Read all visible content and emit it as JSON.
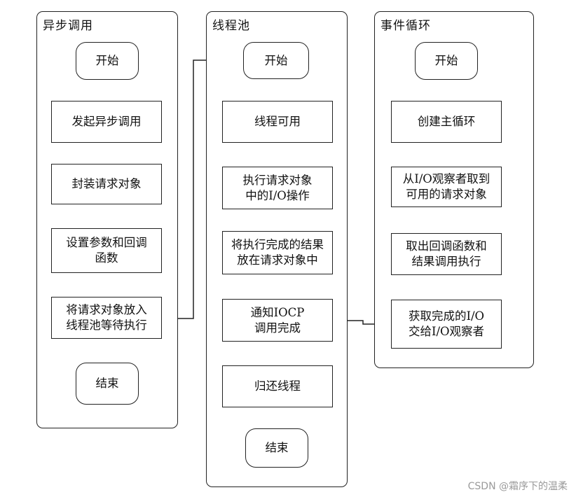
{
  "lanes": [
    {
      "title": "异步调用",
      "nodes": [
        "开始",
        "发起异步调用",
        "封装请求对象",
        "设置参数和回调\n函数",
        "将请求对象放入\n线程池等待执行",
        "结束"
      ]
    },
    {
      "title": "线程池",
      "nodes": [
        "开始",
        "线程可用",
        "执行请求对象\n中的I/O操作",
        "将执行完成的结果\n放在请求对象中",
        "通知IOCP\n调用完成",
        "归还线程",
        "结束"
      ]
    },
    {
      "title": "事件循环",
      "nodes": [
        "开始",
        "创建主循环",
        "从I/O观察者取到\n可用的请求对象",
        "取出回调函数和\n结果调用执行",
        "获取完成的I/O\n交给I/O观察者"
      ]
    }
  ],
  "watermark": "CSDN @霜序下的温柔"
}
